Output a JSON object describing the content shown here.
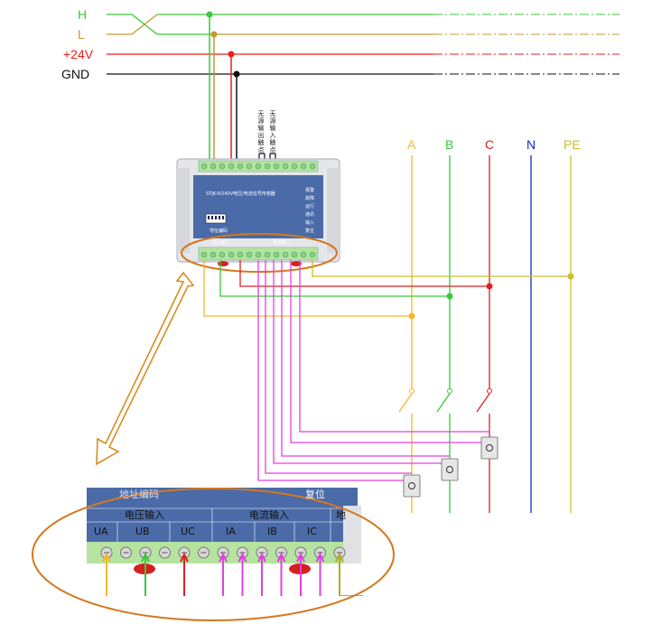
{
  "power_lines": [
    {
      "label": "H",
      "color": "#39c939"
    },
    {
      "label": "L",
      "color": "#c49a2a"
    },
    {
      "label": "+24V",
      "color": "#ee1c1c"
    },
    {
      "label": "GND",
      "color": "#111111"
    }
  ],
  "phases": [
    {
      "label": "A",
      "color": "#f5b62a"
    },
    {
      "label": "B",
      "color": "#39c939"
    },
    {
      "label": "C",
      "color": "#e02020"
    },
    {
      "label": "N",
      "color": "#1a24c8"
    },
    {
      "label": "PE",
      "color": "#c8bf2a"
    }
  ],
  "relay_notes": {
    "output": "无源输出触点",
    "input": "无源输入触点"
  },
  "device": {
    "model_text": "STJK-IV240V电压/电流信号传感器",
    "status_labels": [
      "报警",
      "故障",
      "运行",
      "通讯",
      "输入",
      "复位"
    ],
    "dip_label": "地址编码",
    "voltage_input_small": "电压输入",
    "current_input_small": "电流输入"
  },
  "zoom": {
    "header_left": "地址编码",
    "header_right": "复位",
    "voltage_input": "电压输入",
    "current_input": "电流输入",
    "ground": "地",
    "ua": "UA",
    "ub": "UB",
    "uc": "UC",
    "ia": "IA",
    "ib": "IB",
    "ic": "IC"
  },
  "colors": {
    "signal_magenta": "#e040e0",
    "arrow_orange": "#d98c20",
    "ellipse_orange": "#d4781e",
    "device_blue": "#4a6aa8",
    "terminal_green": "#b6e3a0"
  }
}
